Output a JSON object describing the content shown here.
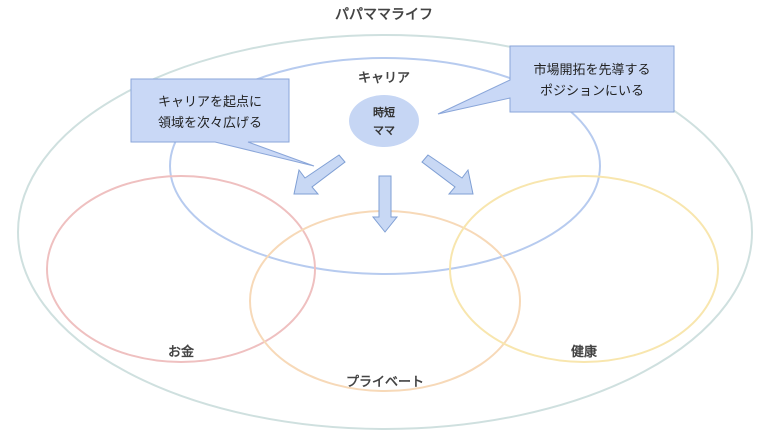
{
  "title": "パパママライフ",
  "circles": {
    "career": "キャリア",
    "money": "お金",
    "private": "プライベート",
    "health": "健康"
  },
  "center": {
    "line1": "時短",
    "line2": "ママ"
  },
  "callouts": {
    "left": {
      "line1": "キャリアを起点に",
      "line2": "領域を次々広げる"
    },
    "right": {
      "line1": "市場開拓を先導する",
      "line2": "ポジションにいる"
    }
  },
  "colors": {
    "outer": "#cfe0df",
    "career": "#b7cbef",
    "money": "#efc0c0",
    "private": "#f7d9b8",
    "health": "#f8e6ae",
    "center_fill": "#c6d6f4",
    "callout_fill": "#c9d8f6",
    "callout_stroke": "#8aa6d9",
    "arrow_fill": "#c8d8f4",
    "arrow_stroke": "#7f9fd4"
  }
}
